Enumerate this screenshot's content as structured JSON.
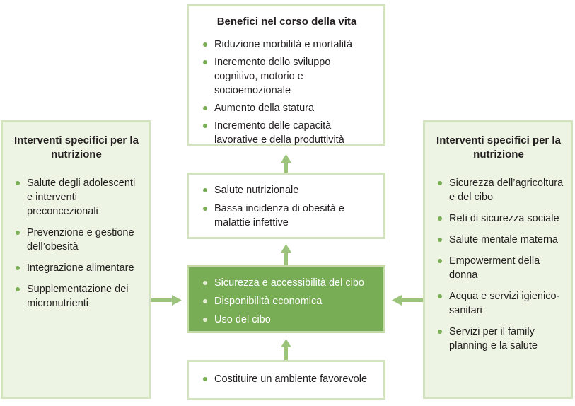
{
  "top_box": {
    "title": "Benefici nel corso della vita",
    "items": [
      "Riduzione morbilità e mortalità",
      "Incremento dello sviluppo cognitivo, motorio e socioemozionale",
      "Aumento della statura",
      "Incremento delle capacità lavorative e della produttività"
    ]
  },
  "left_box": {
    "title": "Interventi specifici per la nutrizione",
    "items": [
      "Salute degli adolescenti e interventi preconcezionali",
      "Prevenzione e gestione dell’obesità",
      "Integrazione alimentare",
      "Supplementazione dei micronutrienti"
    ]
  },
  "right_box": {
    "title": "Interventi specifici per la nutrizione",
    "items": [
      "Sicurezza dell’agricoltura e del cibo",
      "Reti di sicurezza sociale",
      "Salute mentale materna",
      "Empowerment della donna",
      "Acqua e servizi igienico-sanitari",
      "Servizi per il family planning e la salute"
    ]
  },
  "middle_box": {
    "items": [
      "Salute nutrizionale",
      "Bassa incidenza di obesità e malattie infettive"
    ]
  },
  "center_box": {
    "items": [
      "Sicurezza e accessibilità del cibo",
      "Disponibilità economica",
      "Uso del cibo"
    ]
  },
  "bottom_box": {
    "items": [
      "Costituire un ambiente favorevole"
    ]
  },
  "colors": {
    "accent_green": "#79ad55",
    "border_green": "#d3e3bd",
    "tint_green": "#eef4e3",
    "arrow_green": "#9cc47b"
  }
}
